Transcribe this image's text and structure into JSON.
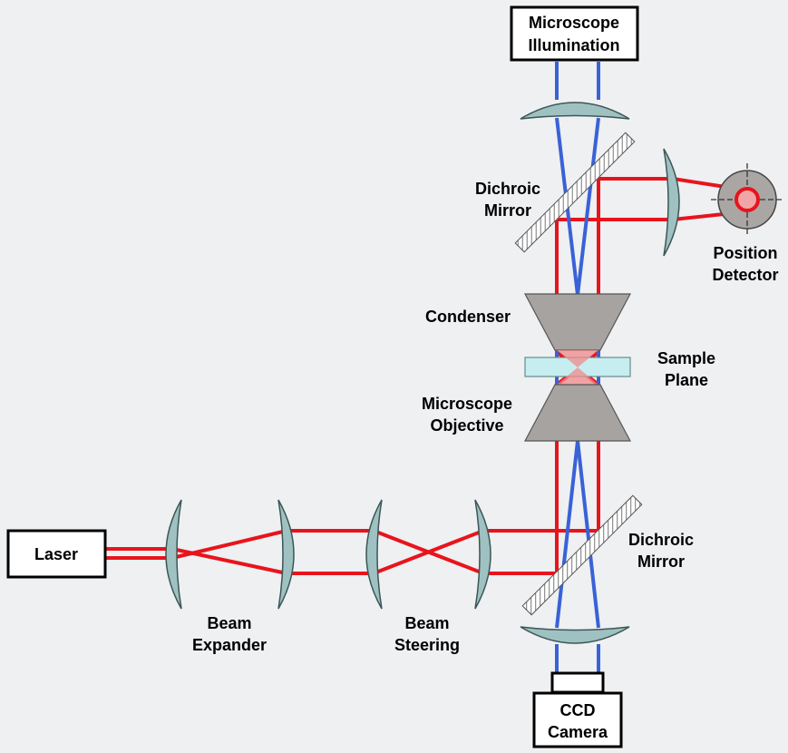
{
  "colors": {
    "background": "#eef0f2",
    "laser_beam": "#e8141c",
    "illumination_beam": "#3a62d6",
    "lens": "#9fc1c1",
    "objective": "#a7a3a1",
    "sample_plane": "#c6eef0",
    "detector": "#a9a6a4"
  },
  "labels": {
    "microscope_illumination": [
      "Microscope",
      "Illumination"
    ],
    "dichroic_top": [
      "Dichroic",
      "Mirror"
    ],
    "position_detector": [
      "Position",
      "Detector"
    ],
    "condenser": "Condenser",
    "sample_plane": [
      "Sample",
      "Plane"
    ],
    "microscope_objective": [
      "Microscope",
      "Objective"
    ],
    "laser": "Laser",
    "dichroic_bottom": [
      "Dichroic",
      "Mirror"
    ],
    "beam_expander": [
      "Beam",
      "Expander"
    ],
    "beam_steering": [
      "Beam",
      "Steering"
    ],
    "ccd_camera": [
      "CCD",
      "Camera"
    ]
  }
}
